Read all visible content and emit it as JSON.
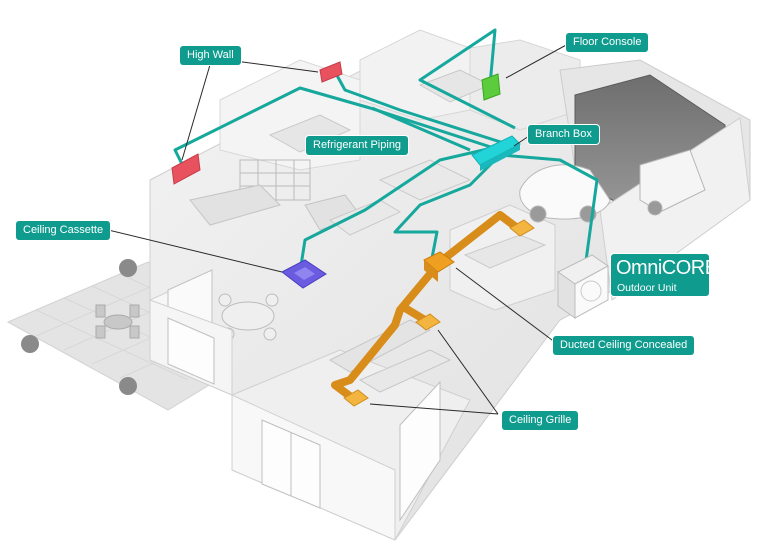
{
  "labels": {
    "high_wall": "High Wall",
    "floor_console": "Floor Console",
    "refrigerant_piping": "Refrigerant Piping",
    "branch_box": "Branch Box",
    "ceiling_cassette": "Ceiling Cassette",
    "ducted_ceiling_concealed": "Ducted Ceiling Concealed",
    "ceiling_grille": "Ceiling Grille"
  },
  "brand": {
    "name_part1": "Omni",
    "name_part2": "CORE",
    "subtitle": "Outdoor Unit"
  },
  "colors": {
    "callout": "#0f9c8e",
    "piping": "#16a89c",
    "branch_box": "#22d3d8",
    "high_wall_unit": "#e8525f",
    "floor_console_unit": "#5ccc3c",
    "ceiling_cassette_unit": "#6a5be0",
    "duct": "#e89a1c",
    "ceiling_grille": "#f4b440"
  }
}
